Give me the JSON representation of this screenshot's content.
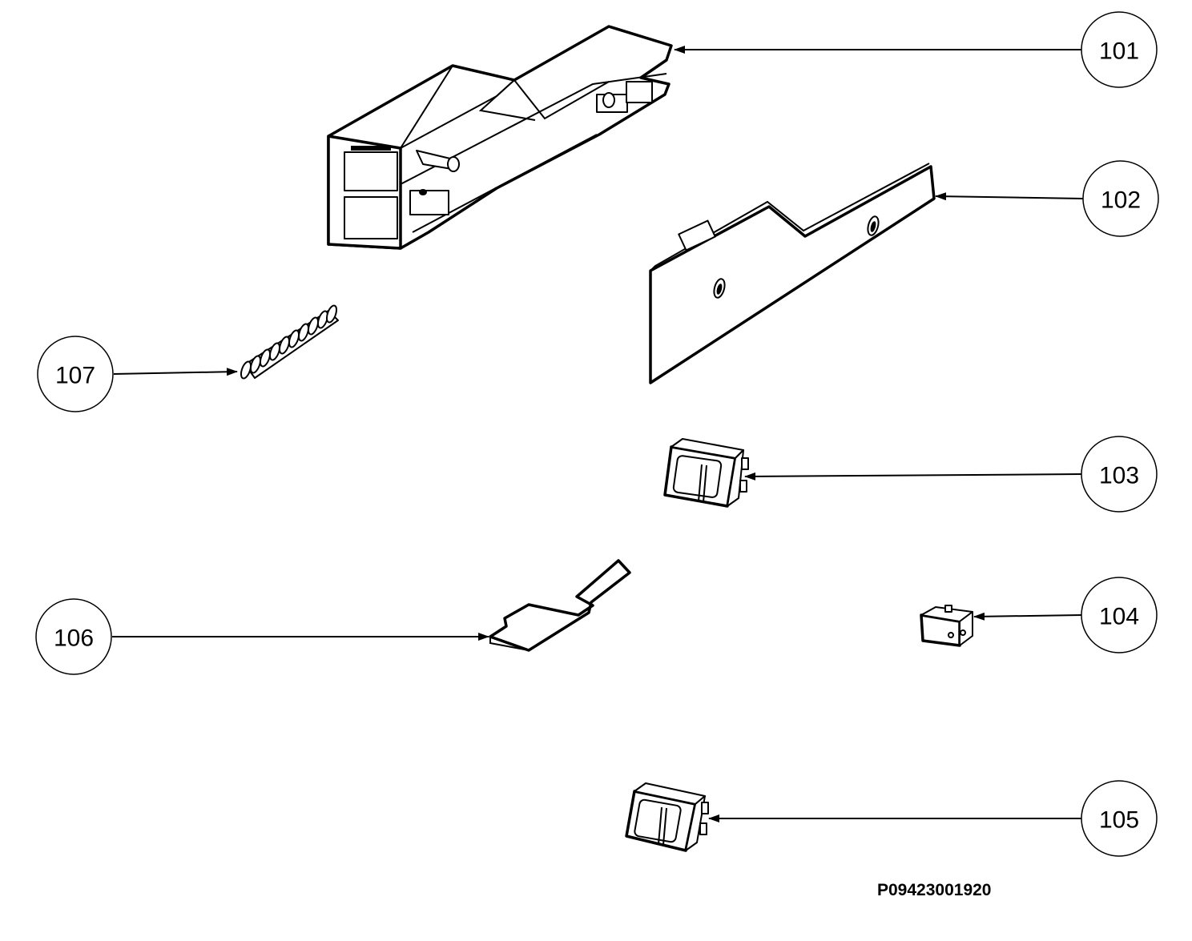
{
  "callouts": [
    {
      "id": "101",
      "label": "101"
    },
    {
      "id": "102",
      "label": "102"
    },
    {
      "id": "103",
      "label": "103"
    },
    {
      "id": "104",
      "label": "104"
    },
    {
      "id": "105",
      "label": "105"
    },
    {
      "id": "106",
      "label": "106"
    },
    {
      "id": "107",
      "label": "107"
    }
  ],
  "reference_code": "P09423001920"
}
